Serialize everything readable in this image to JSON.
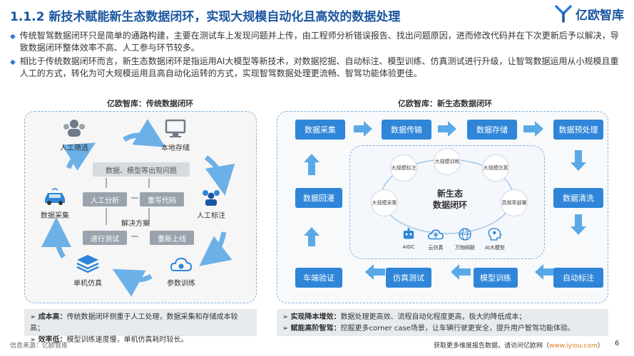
{
  "header": {
    "title": "1.1.2 新技术赋能新生态数据闭环，实现大规模自动化且高效的数据处理",
    "logo_text": "亿欧智库"
  },
  "bullets": [
    "传统智驾数据闭环只是简单的通路构建，主要在测试车上发现问题并上传，由工程师分析错误报告、找出问题原因，进而修改代码并在下次更新后予以解决，导致数据闭环整体效率不高、人工参与环节较多。",
    "相比于传统数据闭环而言，新生态数据闭环是指运用AI大模型等新技术，对数据挖掘、自动标注、模型训练、仿真测试进行升级，让智驾数据运用从小规模且重人工的方式，转化为可大规模运用且高自动化运转的方式，实现智驾数据处理更流畅、智驾功能体验更佳。"
  ],
  "left_panel": {
    "title": "亿欧智库：传统数据闭环",
    "nodes": {
      "screen": "人工筛选",
      "storage": "本地存储",
      "collect": "数据采集",
      "label": "人工标注",
      "sim": "单机仿真",
      "train": "参数训练"
    },
    "center": {
      "problem": "数据、模型等出现问题",
      "analysis": "人工分析",
      "rewrite": "重写代码",
      "solution": "解决方案",
      "test": "进行测试",
      "deploy": "重新上线"
    },
    "footer": {
      "item1_label": "成本高：",
      "item1_text": "传统数据闭环侧重于人工处理，数据采集和存储成本较高；",
      "item2_label": "效率低：",
      "item2_text": "模型训练速度慢，单机仿真耗时较长。"
    }
  },
  "right_panel": {
    "title": "亿欧智库：新生态数据闭环",
    "boxes": {
      "collect": "数据采集",
      "transfer": "数据传输",
      "store": "数据存储",
      "preprocess": "数据预处理",
      "clean": "数据清洗",
      "autolabel": "自动标注",
      "train": "模型训练",
      "sim": "仿真测试",
      "verify": "车端验证",
      "backflow": "数据回灌"
    },
    "center": {
      "title_line1": "新生态",
      "title_line2": "数据闭环",
      "circles": [
        "大规模标注",
        "大规模训练",
        "大规模仿真",
        "高频率部署",
        "大规模采集"
      ],
      "tech": [
        "AIGC",
        "云仿真",
        "万物网联",
        "AI大模型"
      ]
    },
    "footer": {
      "item1_label": "实现降本增效：",
      "item1_text": "数据处理更高效、流程自动化程度更高，极大的降低成本；",
      "item2_label": "赋能高阶智驾：",
      "item2_text": "挖掘更多corner case场景，让车辆行驶更安全，提升用户智驾功能体验。"
    }
  },
  "footer": {
    "source": "信息来源：亿欧智库",
    "more_prefix": "获取更多维度报告数据，请访问亿欧网（",
    "more_link": "www.iyiou.com",
    "more_suffix": "）",
    "page": "6"
  },
  "colors": {
    "title_blue": "#1a56a0",
    "box_blue": "#2f86d8",
    "arrow_blue": "#5aa9e6",
    "gray_box": "#9aa3ad"
  }
}
